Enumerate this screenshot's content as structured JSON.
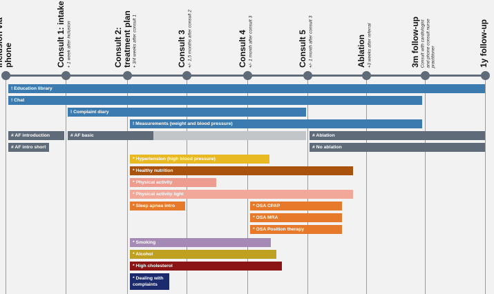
{
  "milestones": [
    {
      "title": [
        "Inclusion via",
        "phone"
      ],
      "sub": []
    },
    {
      "title": [
        "Consult 1: intake"
      ],
      "sub": [
        "+ 1 week after inclusion"
      ]
    },
    {
      "title": [
        "Consult 2:",
        "treatment plan"
      ],
      "sub": [
        "+ 3/4 weeks after consult 1"
      ]
    },
    {
      "title": [
        "Consult 3"
      ],
      "sub": [
        "+/- 1,5 months after consult 2"
      ]
    },
    {
      "title": [
        "Consult 4"
      ],
      "sub": [
        "+/- 1 month after consult 3"
      ]
    },
    {
      "title": [
        "Consult 5"
      ],
      "sub": [
        "+/- 1 month after consult 3"
      ]
    },
    {
      "title": [
        "Ablation"
      ],
      "sub": [
        "+3 weeks after referral"
      ]
    },
    {
      "title": [
        "3m follow-up"
      ],
      "sub": [
        "Consult with cardiologist",
        "and phone consult nurse",
        "practitioner"
      ]
    },
    {
      "title": [
        "1y follow-up"
      ],
      "sub": []
    }
  ],
  "bars": [
    {
      "label": "! Education library",
      "color": "#3b7bb0"
    },
    {
      "label": "! Chat",
      "color": "#3b7bb0"
    },
    {
      "label": "! Complaint diary",
      "color": "#3b7bb0"
    },
    {
      "label": "! Measurements (weight and blood pressure)",
      "color": "#3b7bb0"
    },
    {
      "label": "# AF introduction",
      "color": "#5f6b78"
    },
    {
      "label": "# AF basic",
      "color": "#5f6b78"
    },
    {
      "label": "",
      "color": "#c3c6c9"
    },
    {
      "label": "# Ablation",
      "color": "#5f6b78"
    },
    {
      "label": "# AF intro short",
      "color": "#5f6b78"
    },
    {
      "label": "# No ablation",
      "color": "#5f6b78"
    },
    {
      "label": "* Hypertension (high blood pressure)",
      "color": "#e8b923"
    },
    {
      "label": "* Healthy nutrition",
      "color": "#a9520e"
    },
    {
      "label": "* Physical activity",
      "color": "#ee9c8f"
    },
    {
      "label": "* Physical activity light",
      "color": "#f1a898"
    },
    {
      "label": "* Sleep apnea intro",
      "color": "#e77a2a"
    },
    {
      "label": "* OSA CPAP",
      "color": "#e77a2a"
    },
    {
      "label": "* OSA MRA",
      "color": "#e77a2a"
    },
    {
      "label": "* OSA Position therapy",
      "color": "#e77a2a"
    },
    {
      "label": "* Smoking",
      "color": "#a58ab5"
    },
    {
      "label": "* Alcohol",
      "color": "#c0a020"
    },
    {
      "label": "* High cholesterol",
      "color": "#8b1414"
    },
    {
      "label": "* Dealing with complaints",
      "color": "#1c2a6e"
    }
  ]
}
